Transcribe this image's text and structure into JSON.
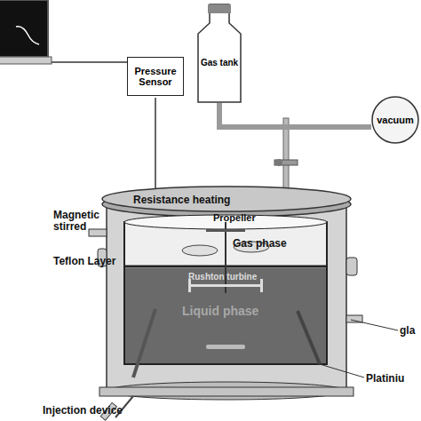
{
  "diagram": {
    "nodes": [
      {
        "text": [
          "Pressure Sensor"
        ]
      },
      {
        "text": [
          "Gas tank"
        ]
      },
      {
        "text": [
          "vacuum"
        ]
      }
    ],
    "edges": [
      {
        "from": 1,
        "to": 2,
        "arrow": "none"
      }
    ],
    "labels": [
      "Resistance heating",
      "Magnetic stirred",
      "Propeller",
      "Gas phase",
      "Teflon Layer",
      "Rushton turbine",
      "Liquid phase",
      "gla",
      "Injection device",
      "Platiniu"
    ]
  }
}
